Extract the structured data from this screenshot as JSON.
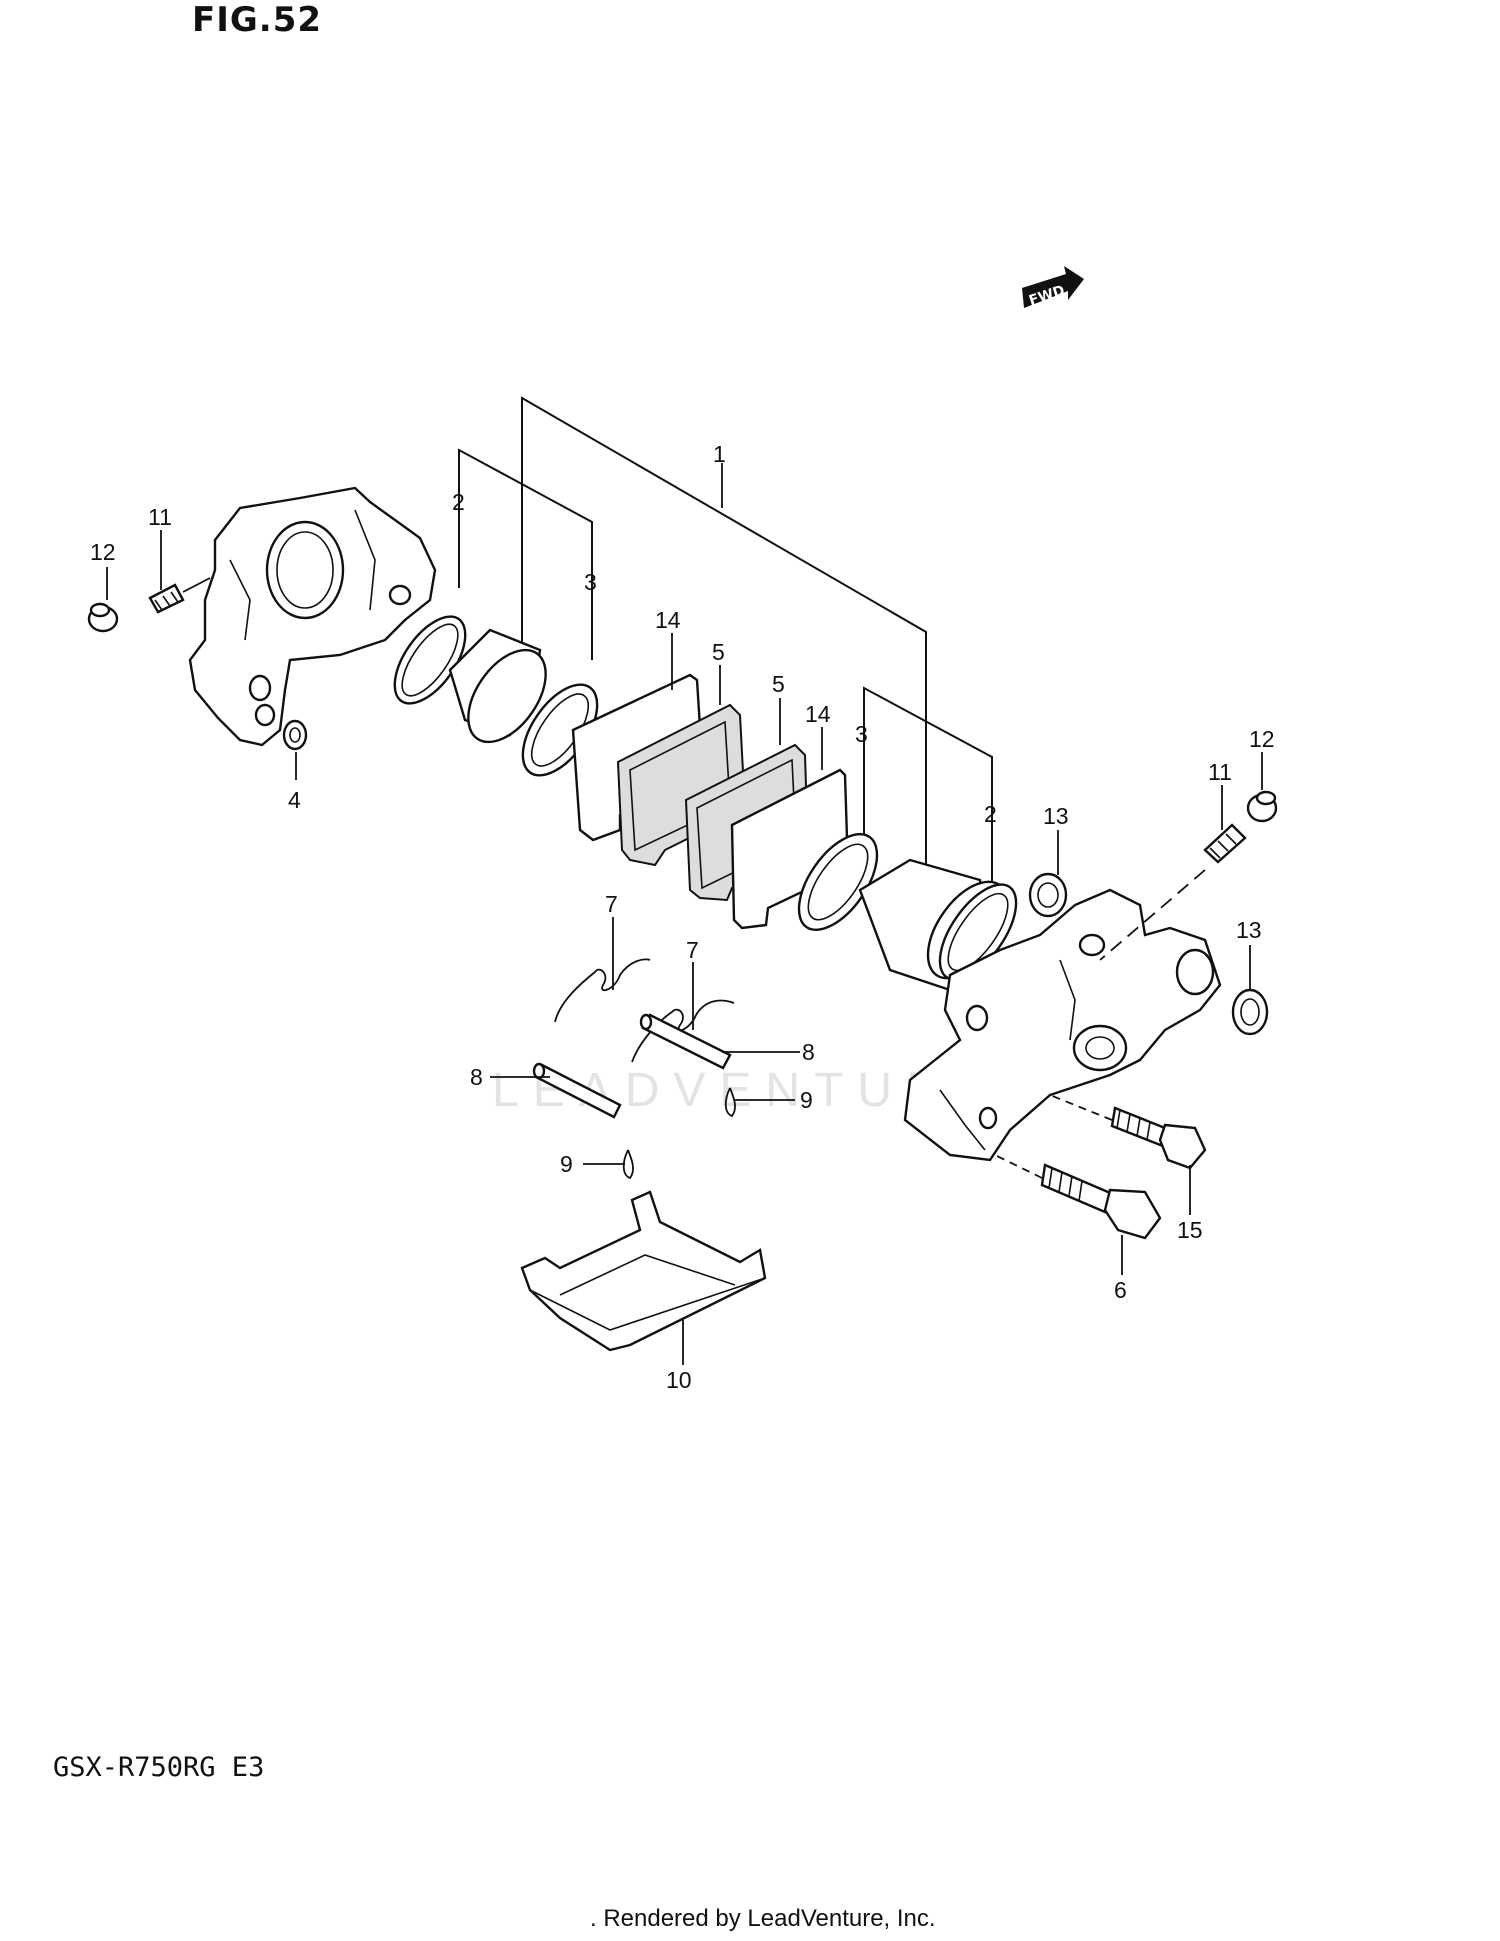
{
  "figure": {
    "title": "FIG.52"
  },
  "model": {
    "code": "GSX-R750RG E3"
  },
  "footer": {
    "text": ". Rendered by LeadVenture, Inc."
  },
  "watermark": {
    "text": "LEADVENTURE"
  },
  "fwd_indicator": {
    "text": "FWD"
  },
  "callouts": {
    "c1": "1",
    "c2_left": "2",
    "c2_right": "2",
    "c3_left": "3",
    "c3_right": "3",
    "c4": "4",
    "c5_left": "5",
    "c5_right": "5",
    "c6": "6",
    "c7_left": "7",
    "c7_right": "7",
    "c8_left": "8",
    "c8_right": "8",
    "c9_left": "9",
    "c9_right": "9",
    "c10": "10",
    "c11_left": "11",
    "c11_right": "11",
    "c12_left": "12",
    "c12_right": "12",
    "c13_top": "13",
    "c13_right": "13",
    "c14_left": "14",
    "c14_right": "14",
    "c15": "15"
  }
}
